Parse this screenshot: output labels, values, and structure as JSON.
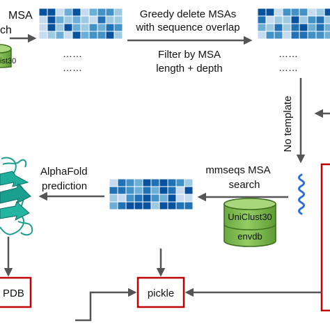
{
  "labels": {
    "msa_fragment": "MSA",
    "search_fragment": "ch",
    "db_fragment": "ist30",
    "greedy_line1": "Greedy delete MSAs",
    "greedy_line2": "with sequence overlap",
    "filter_line1": "Filter by MSA",
    "filter_line2": "length + depth",
    "no_template": "No template",
    "mmseqs_line1": "mmseqs MSA",
    "mmseqs_line2": "search",
    "alphafold_line1": "AlphaFold",
    "alphafold_line2": "prediction",
    "uniclust": "UniClust30",
    "envdb": "envdb",
    "pdb_box": "PDB",
    "pickle_box": "pickle",
    "ellipsis": "……"
  },
  "colors": {
    "grid_palette": [
      "#c6dbef",
      "#9ecae1",
      "#6baed6",
      "#4292c6",
      "#2171b5",
      "#08519c"
    ],
    "db_green": "#7cba4e",
    "db_stroke": "#3d6e1f",
    "arrow_gray": "#555555",
    "box_red": "#c00000",
    "protein_teal": "#1a9e8e",
    "sequence_blue": "#2a6fdb"
  },
  "icons": [
    "database-icon",
    "protein-structure-icon",
    "sequence-wave-icon",
    "msa-grid-icon"
  ]
}
